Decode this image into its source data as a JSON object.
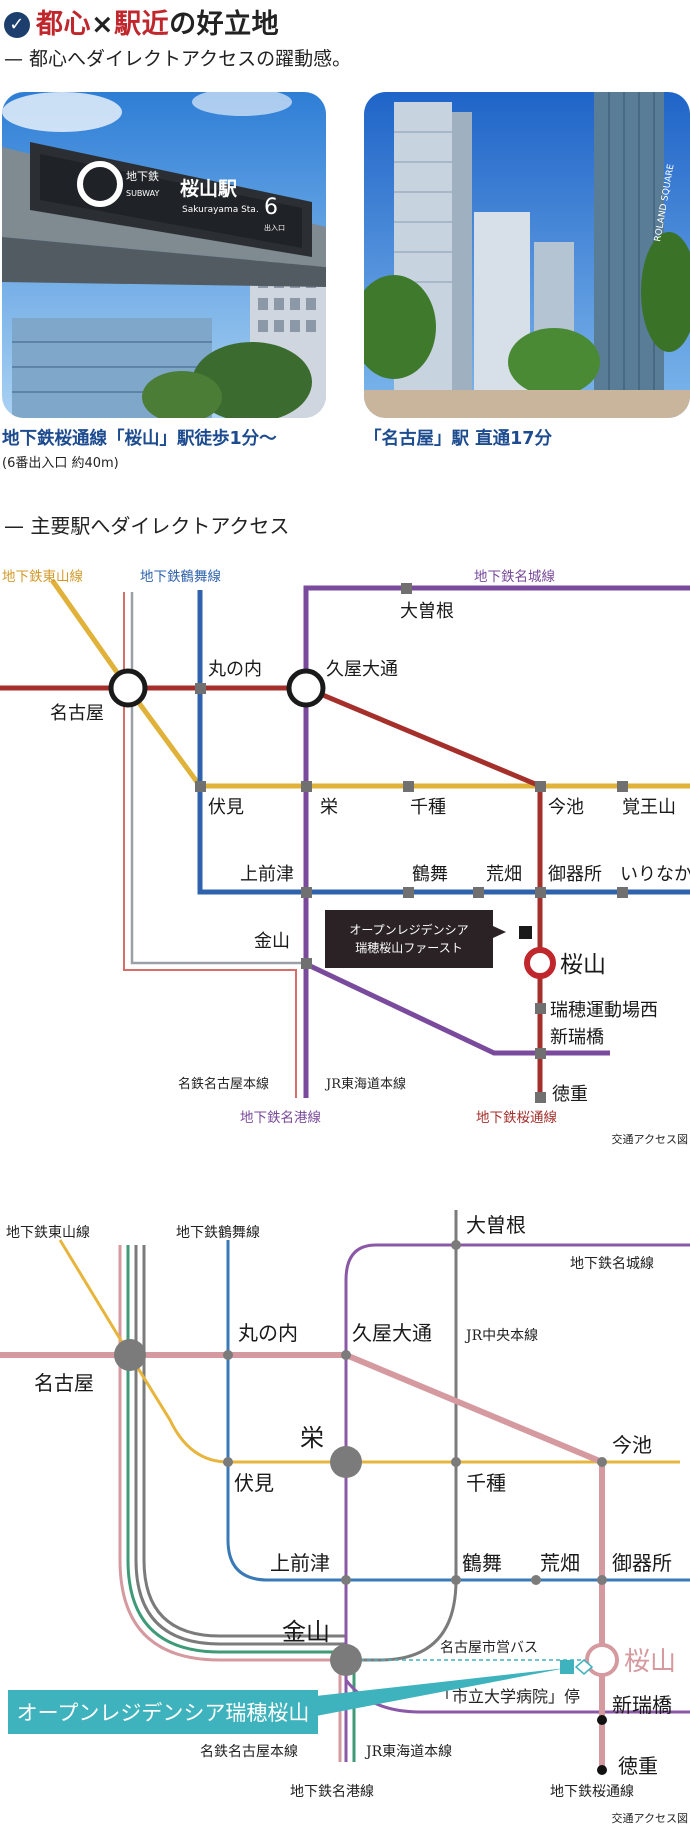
{
  "headline": {
    "part1": "都心",
    "cross": "×",
    "part2": "駅近",
    "rest": "の好立地"
  },
  "subheading": "— 都心へダイレクトアクセスの躍動感。",
  "photo1": {
    "sign_subway_small": "地下鉄",
    "sign_subway": "SUBWAY",
    "sign_station": "桜山駅",
    "sign_station_en": "Sakurayama Sta.",
    "sign_exit_number": "6",
    "sign_exit": "出入口",
    "caption": "地下鉄桜通線「桜山」駅徒歩1分〜",
    "caption_note": "(6番出入口 約40m)"
  },
  "photo2": {
    "sign_text": "ROLAND SQUARE",
    "caption": "「名古屋」駅 直通17分"
  },
  "section2_title": "— 主要駅へダイレクトアクセス",
  "map1": {
    "line_labels": {
      "higashiyama": "地下鉄東山線",
      "tsurumai": "地下鉄鶴舞線",
      "meijo": "地下鉄名城線",
      "meiko": "地下鉄名港線",
      "sakuradori": "地下鉄桜通線",
      "meitetsu": "名鉄名古屋本線",
      "jr_tokaido": "JR東海道本線"
    },
    "stations": {
      "nagoya": "名古屋",
      "marunouchi": "丸の内",
      "hisaya": "久屋大通",
      "ozone": "大曽根",
      "fushimi": "伏見",
      "sakae": "栄",
      "chikusa": "千種",
      "imaike": "今池",
      "kakuozan": "覚王山",
      "kamimaezu": "上前津",
      "tsurumai": "鶴舞",
      "arahata": "荒畑",
      "gokiso": "御器所",
      "irinaka": "いりなか",
      "kanayama": "金山",
      "sakurayama": "桜山",
      "mizuho": "瑞穂運動場西",
      "shinmizuho": "新瑞橋",
      "tokushige": "徳重"
    },
    "property_label_line1": "オープンレジデンシア",
    "property_label_line2": "瑞穂桜山ファースト",
    "caption": "交通アクセス図"
  },
  "map2": {
    "line_labels": {
      "higashiyama": "地下鉄東山線",
      "tsurumai": "地下鉄鶴舞線",
      "meijo": "地下鉄名城線",
      "jr_chuo": "JR中央本線",
      "meitetsu": "名鉄名古屋本線",
      "jr_tokaido": "JR東海道本線",
      "meiko": "地下鉄名港線",
      "sakuradori": "地下鉄桜通線"
    },
    "stations": {
      "ozone": "大曽根",
      "nagoya": "名古屋",
      "marunouchi": "丸の内",
      "hisaya": "久屋大通",
      "sakae": "栄",
      "fushimi": "伏見",
      "chikusa": "千種",
      "imaike": "今池",
      "kamimaezu": "上前津",
      "tsurumai": "鶴舞",
      "arahata": "荒畑",
      "gokiso": "御器所",
      "kanayama": "金山",
      "sakurayama": "桜山",
      "shinmizuho": "新瑞橋",
      "tokushige": "徳重"
    },
    "bus_label": "名古屋市営バス",
    "bus_stop": "「市立大学病院」停",
    "property_label": "オープンレジデンシア瑞穂桜山",
    "caption": "交通アクセス図"
  },
  "colors": {
    "navy": "#1d3f6e",
    "red_accent": "#c0272d",
    "higashiyama": "#e0b23a",
    "tsurumai": "#2f62ad",
    "meijo": "#7a4a9c",
    "sakuradori": "#a5302b",
    "meitetsu_outline": "#d76e6a",
    "jr_gray": "#9aa0a6",
    "map2_pink": "#d59aa0",
    "map2_yellow": "#e7b53c",
    "map2_blue": "#3a79b8",
    "map2_purple": "#8a58a6",
    "map2_gray": "#7b7b7b",
    "map2_green": "#3f9a77",
    "teal": "#3fb3bd"
  }
}
